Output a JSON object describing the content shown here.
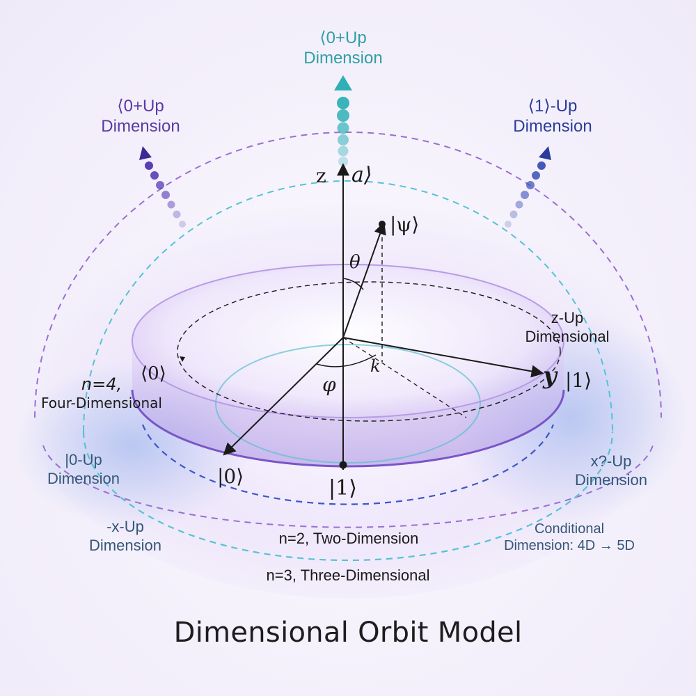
{
  "title": "Dimensional Orbit Model",
  "colors": {
    "teal": "#2f9fa6",
    "violet": "#5a3aa3",
    "indigo": "#2a3c9c",
    "slate": "#345678",
    "ink": "#1a1a1a",
    "dash_violet": "#9a6fd1",
    "dash_cyan": "#56c2d6",
    "dash_blue": "#3b57c8"
  },
  "top_labels": {
    "center": {
      "line1": "⟨0+Up",
      "line2": "Dimension"
    },
    "left": {
      "line1": "⟨0+Up",
      "line2": "Dimension"
    },
    "right": {
      "line1": "⟨1⟩-Up",
      "line2": "Dimension"
    }
  },
  "axes": {
    "z": "z",
    "a_ket": "a⟩",
    "psi": "|ψ⟩",
    "theta": "θ",
    "phi": "φ",
    "k": "k",
    "y": "y",
    "ket1_right": "|1⟩",
    "ket0_front": "|0⟩",
    "ket1_bottom": "|1⟩",
    "ket0_left": "⟨0⟩"
  },
  "side_labels": {
    "n4": {
      "line1": "n=4,",
      "line2": "Four-Dimensional"
    },
    "z_up": {
      "line1": "z-Up",
      "line2": "Dimensional"
    },
    "left_0_up": {
      "line1": "|0-Up",
      "line2": "Dimension"
    },
    "minus_x_up": {
      "line1": "-x-Up",
      "line2": "Dimension"
    },
    "x2_up": {
      "line1": "x?-Up",
      "line2": "Dimension"
    },
    "conditional": {
      "line1": "Conditional",
      "line2": "Dimension: 4D → 5D"
    },
    "n2": "n=2, Two-Dimension",
    "n3": "n=3, Three-Dimensional"
  }
}
